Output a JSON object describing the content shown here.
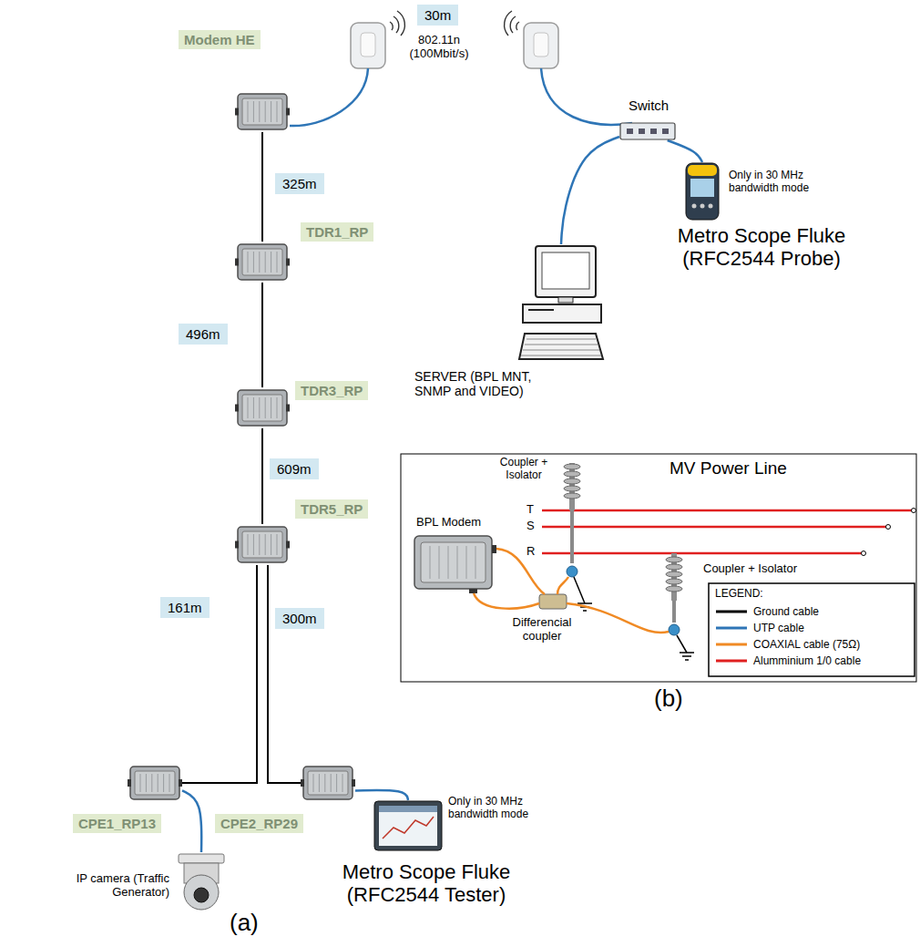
{
  "diagram": {
    "nodes": [
      {
        "text": [
          "Modem HE"
        ]
      },
      {
        "text": [
          "Switch"
        ]
      },
      {
        "text": [
          "Only in 30 MHz bandwidth mode",
          "Metro Scope Fluke (RFC2544 Probe)"
        ]
      },
      {
        "text": [
          "TDR1_RP"
        ]
      },
      {
        "text": [
          "SERVER (BPL MNT, SNMP and VIDEO)"
        ]
      },
      {
        "text": [
          "TDR3_RP"
        ]
      },
      {
        "text": [
          "TDR5_RP"
        ]
      },
      {
        "text": [
          "CPE1_RP13"
        ]
      },
      {
        "text": [
          "CPE2_RP29"
        ]
      },
      {
        "text": [
          "IP camera (Traffic Generator)"
        ]
      },
      {
        "text": [
          "Only in 30 MHz bandwidth mode",
          "Metro Scope Fluke (RFC2544 Tester)"
        ]
      }
    ],
    "edges": [
      {
        "from": 0,
        "to": 3,
        "arrow": "none",
        "label": "325m"
      },
      {
        "from": 3,
        "to": 5,
        "arrow": "none",
        "label": "496m"
      },
      {
        "from": 5,
        "to": 6,
        "arrow": "none",
        "label": "609m"
      },
      {
        "from": 6,
        "to": 7,
        "arrow": "none",
        "label": "161m"
      },
      {
        "from": 6,
        "to": 8,
        "arrow": "none",
        "label": "300m"
      },
      {
        "from": 1,
        "to": 4,
        "arrow": "none"
      },
      {
        "from": 1,
        "to": 2,
        "arrow": "none"
      },
      {
        "from": 7,
        "to": 9,
        "arrow": "none"
      },
      {
        "from": 8,
        "to": 10,
        "arrow": "none"
      }
    ],
    "labels": [
      "30m",
      "802.11n (100Mbit/s)",
      "(a)",
      "MV Power Line",
      "BPL Modem",
      "Coupler + Isolator",
      "Coupler + Isolator",
      "T",
      "S",
      "R",
      "Differencial coupler",
      "LEGEND:",
      "(b)"
    ],
    "legend": [
      {
        "text": "Ground cable"
      },
      {
        "text": "UTP cable"
      },
      {
        "text": "COAXIAL cable (75Ω)"
      },
      {
        "text": "Alumminium 1/0 cable"
      }
    ]
  }
}
